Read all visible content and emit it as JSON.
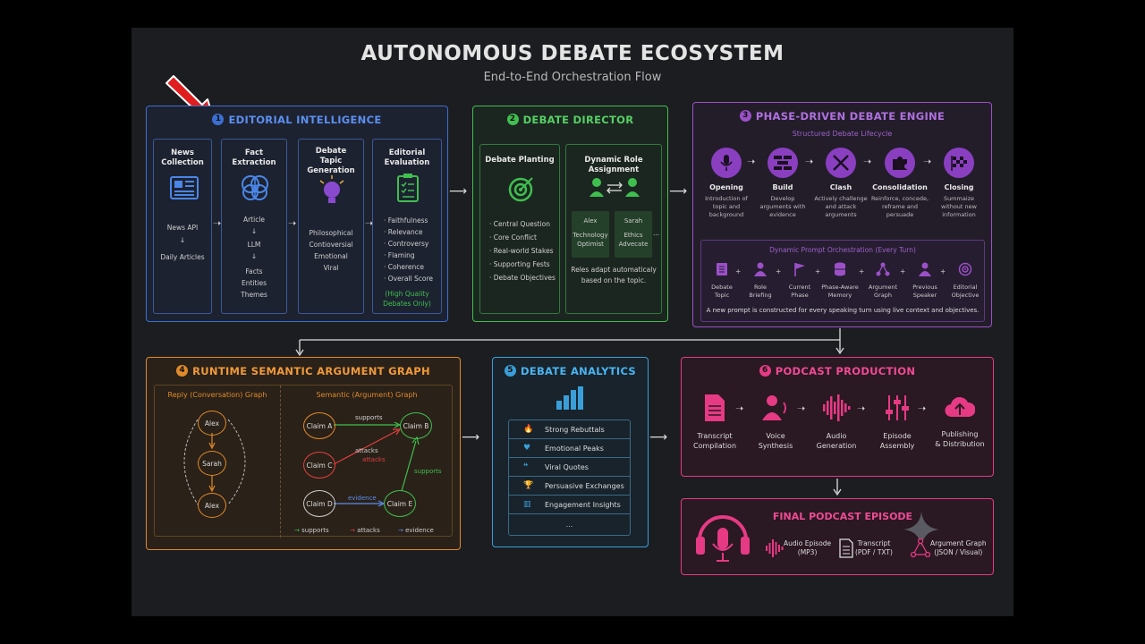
{
  "header": {
    "title": "AUTONOMOUS DEBATE ECOSYSTEM",
    "subtitle": "End-to-End Orchestration Flow"
  },
  "colors": {
    "editorial": "#3a6fd1",
    "director": "#3fbf4f",
    "engine": "#9c50c8",
    "graph": "#e08a2a",
    "analytics": "#3a9fd8",
    "podcast": "#e63a84",
    "arrow_pointer": "#e01e1e"
  },
  "editorial": {
    "number": "1",
    "title": "EDITORIAL INTELLIGENCE",
    "news_collection": {
      "heading": "News Collection",
      "line1": "News API",
      "line2": "Daily Articles"
    },
    "fact_extraction": {
      "heading": "Fact Extraction",
      "line1": "Article",
      "line2": "LLM",
      "line3": "Facts",
      "line4": "Entities",
      "line5": "Themes"
    },
    "topic_generation": {
      "heading": "Debate Tapic Generation",
      "items": [
        "Philosophical",
        "Contioversial",
        "Emotional",
        "Viral"
      ]
    },
    "evaluation": {
      "heading": "Editorial Evaluation",
      "items": [
        "Faithfulness",
        "Relevance",
        "Controversy",
        "Flaming",
        "Coherence",
        "Overall Score"
      ],
      "note_line1": "(High Quality",
      "note_line2": "Debates Only)"
    }
  },
  "director": {
    "number": "2",
    "title": "DEBATE DIRECTOR",
    "planting": {
      "heading": "Debate Planting",
      "items": [
        "Central Question",
        "Core Conflict",
        "Real-world Stakes",
        "Supporting Fests",
        "Debate Objectives"
      ]
    },
    "roles": {
      "heading": "Dynamic Role Assignment",
      "alex_name": "Alex",
      "alex_role_line1": "Technology",
      "alex_role_line2": "Optimist",
      "sarah_name": "Sarah",
      "sarah_role_line1": "Ethics",
      "sarah_role_line2": "Advecate",
      "more": "...",
      "note_line1": "Reles adapt automaticaly",
      "note_line2": "based on the topic."
    }
  },
  "engine": {
    "number": "3",
    "title": "PHASE-DRIVEN DEBATE ENGINE",
    "lifecycle_label": "Structured Debate Lifecycle",
    "stages": [
      {
        "name": "Opening",
        "desc_line1": "Introduction of",
        "desc_line2": "topic and",
        "desc_line3": "background",
        "icon": "microphone-icon"
      },
      {
        "name": "Build",
        "desc_line1": "Develop",
        "desc_line2": "arguments with",
        "desc_line3": "evidence",
        "icon": "brick-wall-icon"
      },
      {
        "name": "Clash",
        "desc_line1": "Actively challenge",
        "desc_line2": "and attack",
        "desc_line3": "arguments",
        "icon": "crossed-swords-icon"
      },
      {
        "name": "Consolidation",
        "desc_line1": "Reinforce, concede,",
        "desc_line2": "reframe and",
        "desc_line3": "persuade",
        "icon": "puzzle-icon"
      },
      {
        "name": "Closing",
        "desc_line1": "Summaize",
        "desc_line2": "without new",
        "desc_line3": "information",
        "icon": "checkered-flag-icon"
      }
    ],
    "orchestration": {
      "title": "Dynamic Prompt Orchestration (Every Turn)",
      "inputs": [
        {
          "line1": "Debate",
          "line2": "Topic",
          "icon": "document-icon"
        },
        {
          "line1": "Role",
          "line2": "Briefing",
          "icon": "person-icon"
        },
        {
          "line1": "Current",
          "line2": "Phase",
          "icon": "flag-icon"
        },
        {
          "line1": "Phase-Aware",
          "line2": "Memory",
          "icon": "database-icon"
        },
        {
          "line1": "Argument",
          "line2": "Graph",
          "icon": "graph-icon"
        },
        {
          "line1": "Previous",
          "line2": "Speaker",
          "icon": "person-icon"
        },
        {
          "line1": "Editorial",
          "line2": "Objective",
          "icon": "target-icon"
        }
      ],
      "plus": "+",
      "note": "A new prompt is constructed for every speaking turn using live context and objectives."
    }
  },
  "graph": {
    "number": "4",
    "title": "RUNTIME SEMANTIC ARGUMENT GRAPH",
    "reply_title": "Reply (Conversation) Graph",
    "semantic_title": "Semantic (Argument) Graph",
    "reply_nodes": [
      "Alex",
      "Sarah",
      "Alex"
    ],
    "claims": [
      "Claim A",
      "Claim B",
      "Claim C",
      "Claim D",
      "Claim E"
    ],
    "edge_supports": "supports",
    "edge_attacks": "attacks",
    "edge_attacks_red": "attacks",
    "edge_evidence": "evidence",
    "edge_supports2": "supports",
    "legend": [
      "supports",
      "attacks",
      "evidence"
    ]
  },
  "analytics": {
    "number": "5",
    "title": "DEBATE ANALYTICS",
    "rows": [
      {
        "label": "Strong Rebuttals",
        "icon": "fire-icon"
      },
      {
        "label": "Emotional Peaks",
        "icon": "heart-icon"
      },
      {
        "label": "Viral Quotes",
        "icon": "quote-icon"
      },
      {
        "label": "Persuasive Exchanges",
        "icon": "trophy-icon"
      },
      {
        "label": "Engagement Insights",
        "icon": "chart-icon"
      }
    ],
    "more": "..."
  },
  "podcast": {
    "number": "6",
    "title": "PODCAST PRODUCTION",
    "steps": [
      {
        "line1": "Transcript",
        "line2": "Compilation",
        "icon": "transcript-icon"
      },
      {
        "line1": "Voice",
        "line2": "Synthesis",
        "icon": "voice-icon"
      },
      {
        "line1": "Audio",
        "line2": "Generation",
        "icon": "waveform-icon"
      },
      {
        "line1": "Episode",
        "line2": "Assembly",
        "icon": "sliders-icon"
      },
      {
        "line1": "Publishing",
        "line2": "& Distribution",
        "icon": "cloud-upload-icon"
      }
    ]
  },
  "final": {
    "title": "FINAL PODCAST EPISODE",
    "outputs": [
      {
        "line1": "Audio Episode",
        "line2": "(MP3)",
        "icon": "waveform-icon"
      },
      {
        "line1": "Transcript",
        "line2": "(PDF / TXT)",
        "icon": "document-icon"
      },
      {
        "line1": "Argument Graph",
        "line2": "(JSON / Visual)",
        "icon": "graph-icon"
      }
    ]
  }
}
